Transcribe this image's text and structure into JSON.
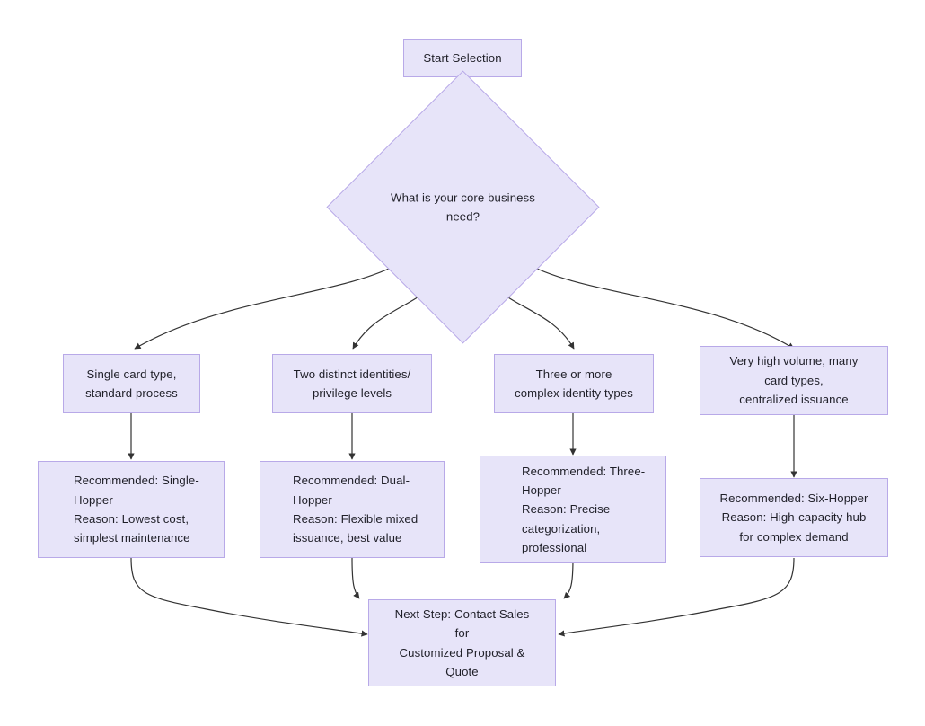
{
  "diagram": {
    "type": "flowchart",
    "orientation": "top-down",
    "theme": {
      "node_fill": "#e7e4f9",
      "node_border": "#b8a9e8",
      "edge_color": "#333333",
      "text_color": "#1f1f28",
      "background": "#ffffff"
    },
    "nodes": {
      "start": {
        "label": "Start Selection",
        "shape": "rect"
      },
      "decision": {
        "label": "What is your core business\nneed?",
        "shape": "diamond"
      },
      "option1": {
        "label": "Single card type,\nstandard process",
        "shape": "rect"
      },
      "option2": {
        "label": "Two distinct identities/\nprivilege levels",
        "shape": "rect"
      },
      "option3": {
        "label": "Three or more\ncomplex identity types",
        "shape": "rect"
      },
      "option4": {
        "label": "Very high volume, many\ncard types,\ncentralized issuance",
        "shape": "rect"
      },
      "result1": {
        "label": "Recommended: Single-\nHopper\nReason: Lowest cost,\nsimplest maintenance",
        "shape": "rect"
      },
      "result2": {
        "label": "Recommended: Dual-\nHopper\nReason: Flexible mixed\nissuance, best value",
        "shape": "rect"
      },
      "result3": {
        "label": "Recommended: Three-\nHopper\nReason: Precise\ncategorization,\nprofessional",
        "shape": "rect"
      },
      "result4": {
        "label": "Recommended: Six-Hopper\nReason: High-capacity hub\nfor complex demand",
        "shape": "rect"
      },
      "next": {
        "label": "Next Step: Contact Sales\nfor\nCustomized Proposal &\nQuote",
        "shape": "rect"
      }
    },
    "edges": [
      {
        "from": "start",
        "to": "decision",
        "style": "straight-arrow"
      },
      {
        "from": "decision",
        "to": "option1",
        "style": "curved-arrow"
      },
      {
        "from": "decision",
        "to": "option2",
        "style": "curved-arrow"
      },
      {
        "from": "decision",
        "to": "option3",
        "style": "curved-arrow"
      },
      {
        "from": "decision",
        "to": "option4",
        "style": "curved-arrow"
      },
      {
        "from": "option1",
        "to": "result1",
        "style": "straight-arrow"
      },
      {
        "from": "option2",
        "to": "result2",
        "style": "straight-arrow"
      },
      {
        "from": "option3",
        "to": "result3",
        "style": "straight-arrow"
      },
      {
        "from": "option4",
        "to": "result4",
        "style": "straight-arrow"
      },
      {
        "from": "result1",
        "to": "next",
        "style": "curved-arrow"
      },
      {
        "from": "result2",
        "to": "next",
        "style": "curved-arrow"
      },
      {
        "from": "result3",
        "to": "next",
        "style": "curved-arrow"
      },
      {
        "from": "result4",
        "to": "next",
        "style": "curved-arrow"
      }
    ]
  }
}
